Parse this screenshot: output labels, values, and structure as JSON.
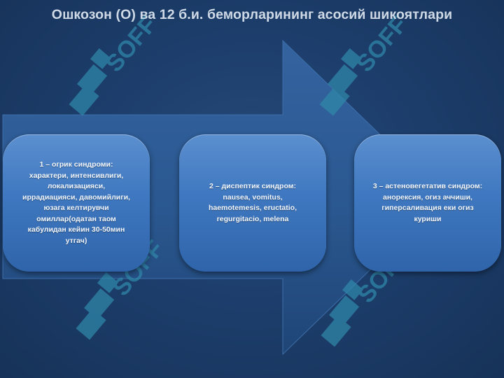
{
  "title": "Ошкозон (О) ва 12 б.и. беморларининг асосий шикоятлари",
  "boxes": [
    {
      "text": "1 – огрик синдроми:\nхарактери, интенсивлиги,\nлокализацияси,\nиррадиацияси, давомийлиги,\nюзага келтирувчи\nомиллар(одатан таом\nкабулидан кейин  30-50мин\nутгач)"
    },
    {
      "text": "2 – диспептик синдром:\nnausea, vomitus,\nhaemotemesis, eructatio,\nregurgitacio, melena"
    },
    {
      "text": "3 – астеновегетатив синдром:\nанорексия, огиз аччиши,\nгиперсаливация  еки огиз\nкуриши"
    }
  ],
  "watermark": {
    "text": "SOFF",
    "icon": "soff-logo-icon"
  },
  "colors": {
    "background": "#1d3e6c",
    "arrow": "#2b568d",
    "box": "#3f78c0",
    "title": "#cfdae6",
    "watermark": "#2f86a8"
  }
}
